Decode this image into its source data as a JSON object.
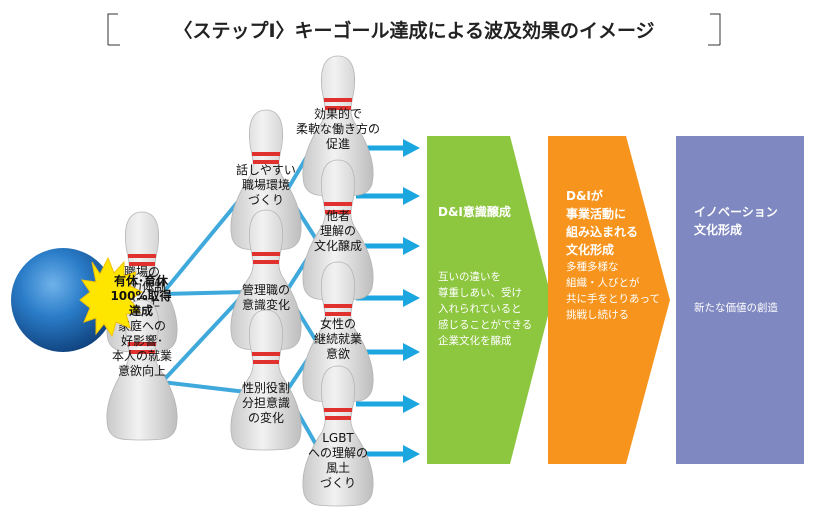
{
  "title": "〈ステップⅠ〉キーゴール達成による波及効果のイメージ",
  "ball": {
    "lines": [
      "有休･育休",
      "100%取得",
      "達成"
    ]
  },
  "pins": [
    {
      "id": "kyoryoku",
      "lines": [
        "職場の",
        "協力体制",
        "の向上"
      ]
    },
    {
      "id": "katei",
      "lines": [
        "家庭への",
        "好影響･",
        "本人の就業",
        "意欲向上"
      ]
    },
    {
      "id": "hanashi",
      "lines": [
        "話しやすい",
        "職場環境",
        "づくり"
      ]
    },
    {
      "id": "kanrishoku",
      "lines": [
        "管理職の",
        "意識変化"
      ]
    },
    {
      "id": "seibetsu",
      "lines": [
        "性別役割",
        "分担意識",
        "の変化"
      ]
    },
    {
      "id": "kouka",
      "lines": [
        "効果的で",
        "柔軟な働き方の",
        "促進"
      ]
    },
    {
      "id": "tasha",
      "lines": [
        "他者",
        "理解の",
        "文化醸成"
      ]
    },
    {
      "id": "josei",
      "lines": [
        "女性の",
        "継続就業",
        "意欲"
      ]
    },
    {
      "id": "lgbt",
      "lines": [
        "LGBT",
        "への理解の",
        "風土",
        "づくり"
      ]
    }
  ],
  "stages": [
    {
      "id": "stage-1",
      "color": "#8dc63f",
      "heading": [
        "D&I意識醸成"
      ],
      "body": [
        "互いの違いを",
        "尊重しあい、受け",
        "入れられていると",
        "感じることができる",
        "企業文化を醸成"
      ]
    },
    {
      "id": "stage-2",
      "color": "#f7941d",
      "heading": [
        "D&Iが",
        "事業活動に",
        "組み込まれる",
        "文化形成"
      ],
      "body": [
        "多種多様な",
        "組織・人びとが",
        "共に手をとりあって",
        "挑戦し続ける"
      ]
    },
    {
      "id": "stage-3",
      "color": "#7f88c0",
      "heading": [
        "イノベーション",
        "文化形成"
      ],
      "body": [
        "新たな価値の創造"
      ]
    }
  ],
  "colors": {
    "arrow": "#1ba6e0",
    "link": "#3fa9dc",
    "pin_body": "#dcdcdc",
    "pin_stripe": "#e0312f",
    "ball": "#1f6db8",
    "burst": "#ffe600"
  }
}
